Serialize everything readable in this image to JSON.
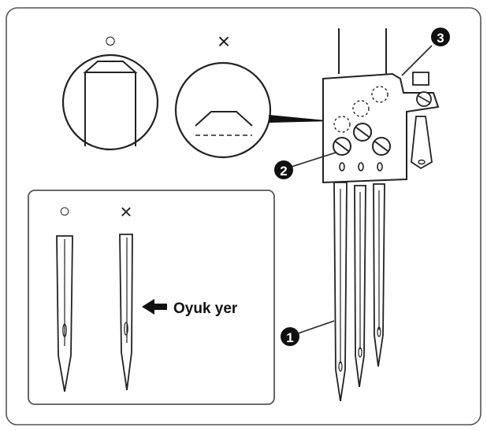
{
  "diagram": {
    "marks": {
      "correct": "○",
      "incorrect": "×"
    },
    "groove_label": "Oyuk yer",
    "callouts": [
      "1",
      "2",
      "3"
    ],
    "colors": {
      "stroke": "#222222",
      "panel_border": "#555555",
      "callout_fill": "#111111",
      "background": "#ffffff"
    },
    "icons": [
      "left-arrow-icon"
    ]
  }
}
